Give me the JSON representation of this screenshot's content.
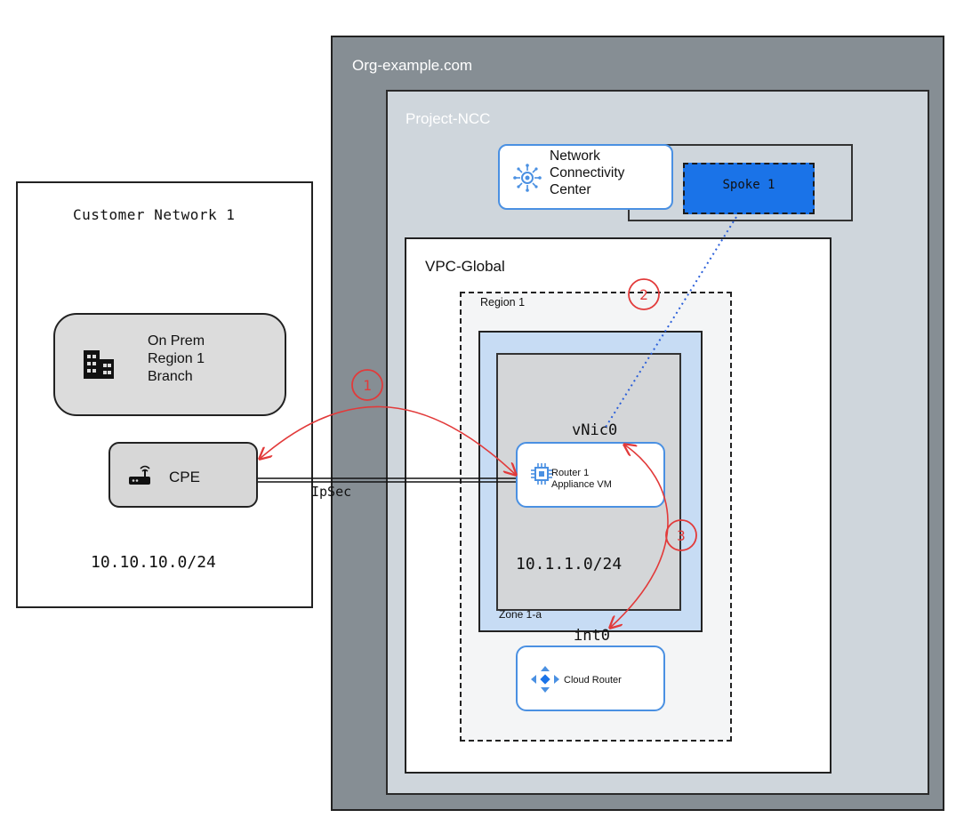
{
  "org": {
    "label": "Org-example.com"
  },
  "project": {
    "label": "Project-NCC"
  },
  "ncc": {
    "line1": "Network",
    "line2": "Connectivity",
    "line3": "Center",
    "spoke": "Spoke 1"
  },
  "vpc": {
    "label": "VPC-Global"
  },
  "region": {
    "label": "Region 1"
  },
  "zone": {
    "label": "Zone 1-a"
  },
  "subnet": {
    "label": "10.1.1.0/24"
  },
  "router": {
    "line1": "Router 1",
    "line2": "Appliance VM",
    "vnic": "vNic0",
    "int": "int0",
    "icon": "chip-icon"
  },
  "cloud_router": {
    "label": "Cloud Router",
    "icon": "cloud-router-icon"
  },
  "customer": {
    "label": "Customer Network 1",
    "onprem": {
      "line1": "On Prem",
      "line2": "Region 1",
      "line3": "Branch",
      "icon": "building-icon"
    },
    "cpe": {
      "label": "CPE",
      "icon": "router-device-icon"
    },
    "subnet": "10.10.10.0/24"
  },
  "links": {
    "ipsec": "IpSec"
  },
  "steps": [
    "1",
    "2",
    "3"
  ],
  "colors": {
    "accent_blue": "#1a73e8",
    "step_red": "#e23a3a",
    "org_gray": "#868e94",
    "project_gray": "#cfd6dc"
  }
}
